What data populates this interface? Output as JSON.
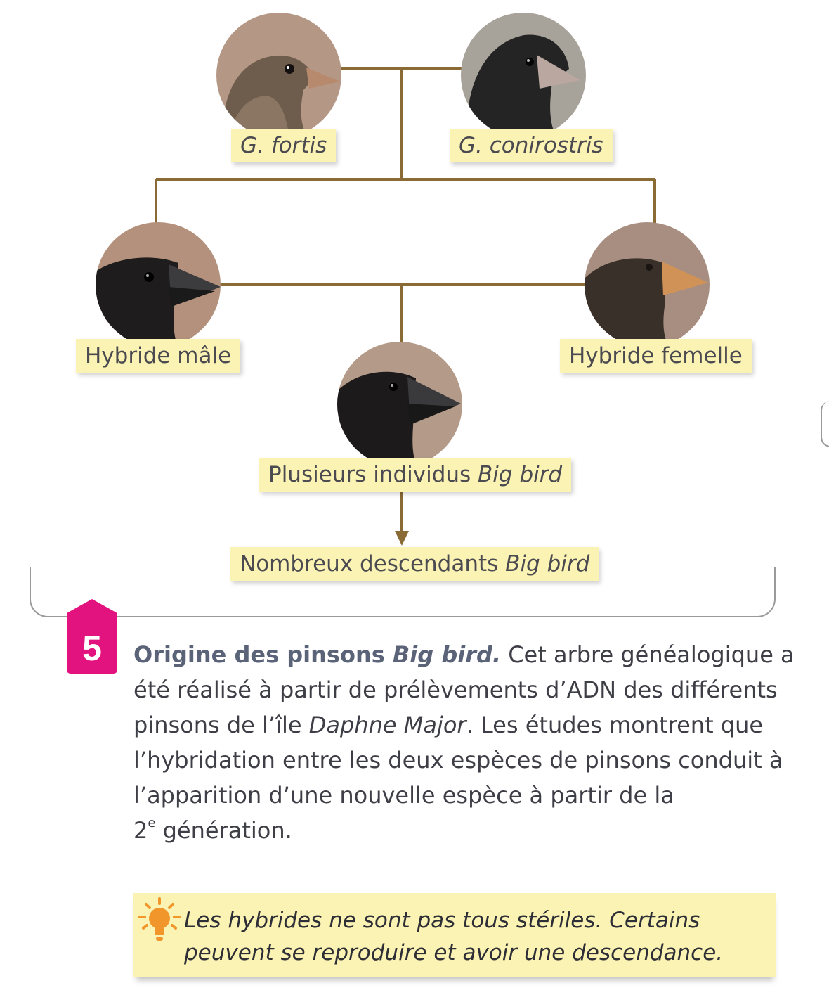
{
  "tree": {
    "parent_left": {
      "label": "G. fortis",
      "italic": true,
      "icon": "finch-brown-icon"
    },
    "parent_right": {
      "label": "G. conirostris",
      "italic": true,
      "icon": "finch-black-icon"
    },
    "hybrid_male": {
      "label": "Hybride mâle",
      "icon": "finch-black-icon"
    },
    "hybrid_female": {
      "label": "Hybride femelle",
      "icon": "finch-dark-brown-icon"
    },
    "bigbird": {
      "label_prefix": "Plusieurs individus ",
      "label_italic": "Big bird",
      "icon": "finch-black-icon"
    },
    "descendants": {
      "label_prefix": "Nombreux descendants ",
      "label_italic": "Big bird"
    },
    "line_color": "#8a6a35",
    "label_background": "#fbf3b4"
  },
  "figure": {
    "number": "5",
    "badge_color": "#e2137e",
    "title_plain": "Origine des pinsons ",
    "title_italic": "Big bird.",
    "caption_1": " Cet arbre généalogique a été réalisé à partir de prélèvements d’ADN des différents pinsons de l’île ",
    "caption_italic": "Daphne Major",
    "caption_2": ". Les études montrent que l’hybridation entre les deux espèces de pinsons conduit à l’apparition d’une nouvelle espèce à partir de la ",
    "caption_gen_number": "2",
    "caption_gen_sup": "e",
    "caption_3": " génération."
  },
  "note": {
    "icon": "lightbulb-icon",
    "text": "Les hybrides ne sont pas tous stériles. Certains peuvent se reproduire et avoir une descendance."
  }
}
